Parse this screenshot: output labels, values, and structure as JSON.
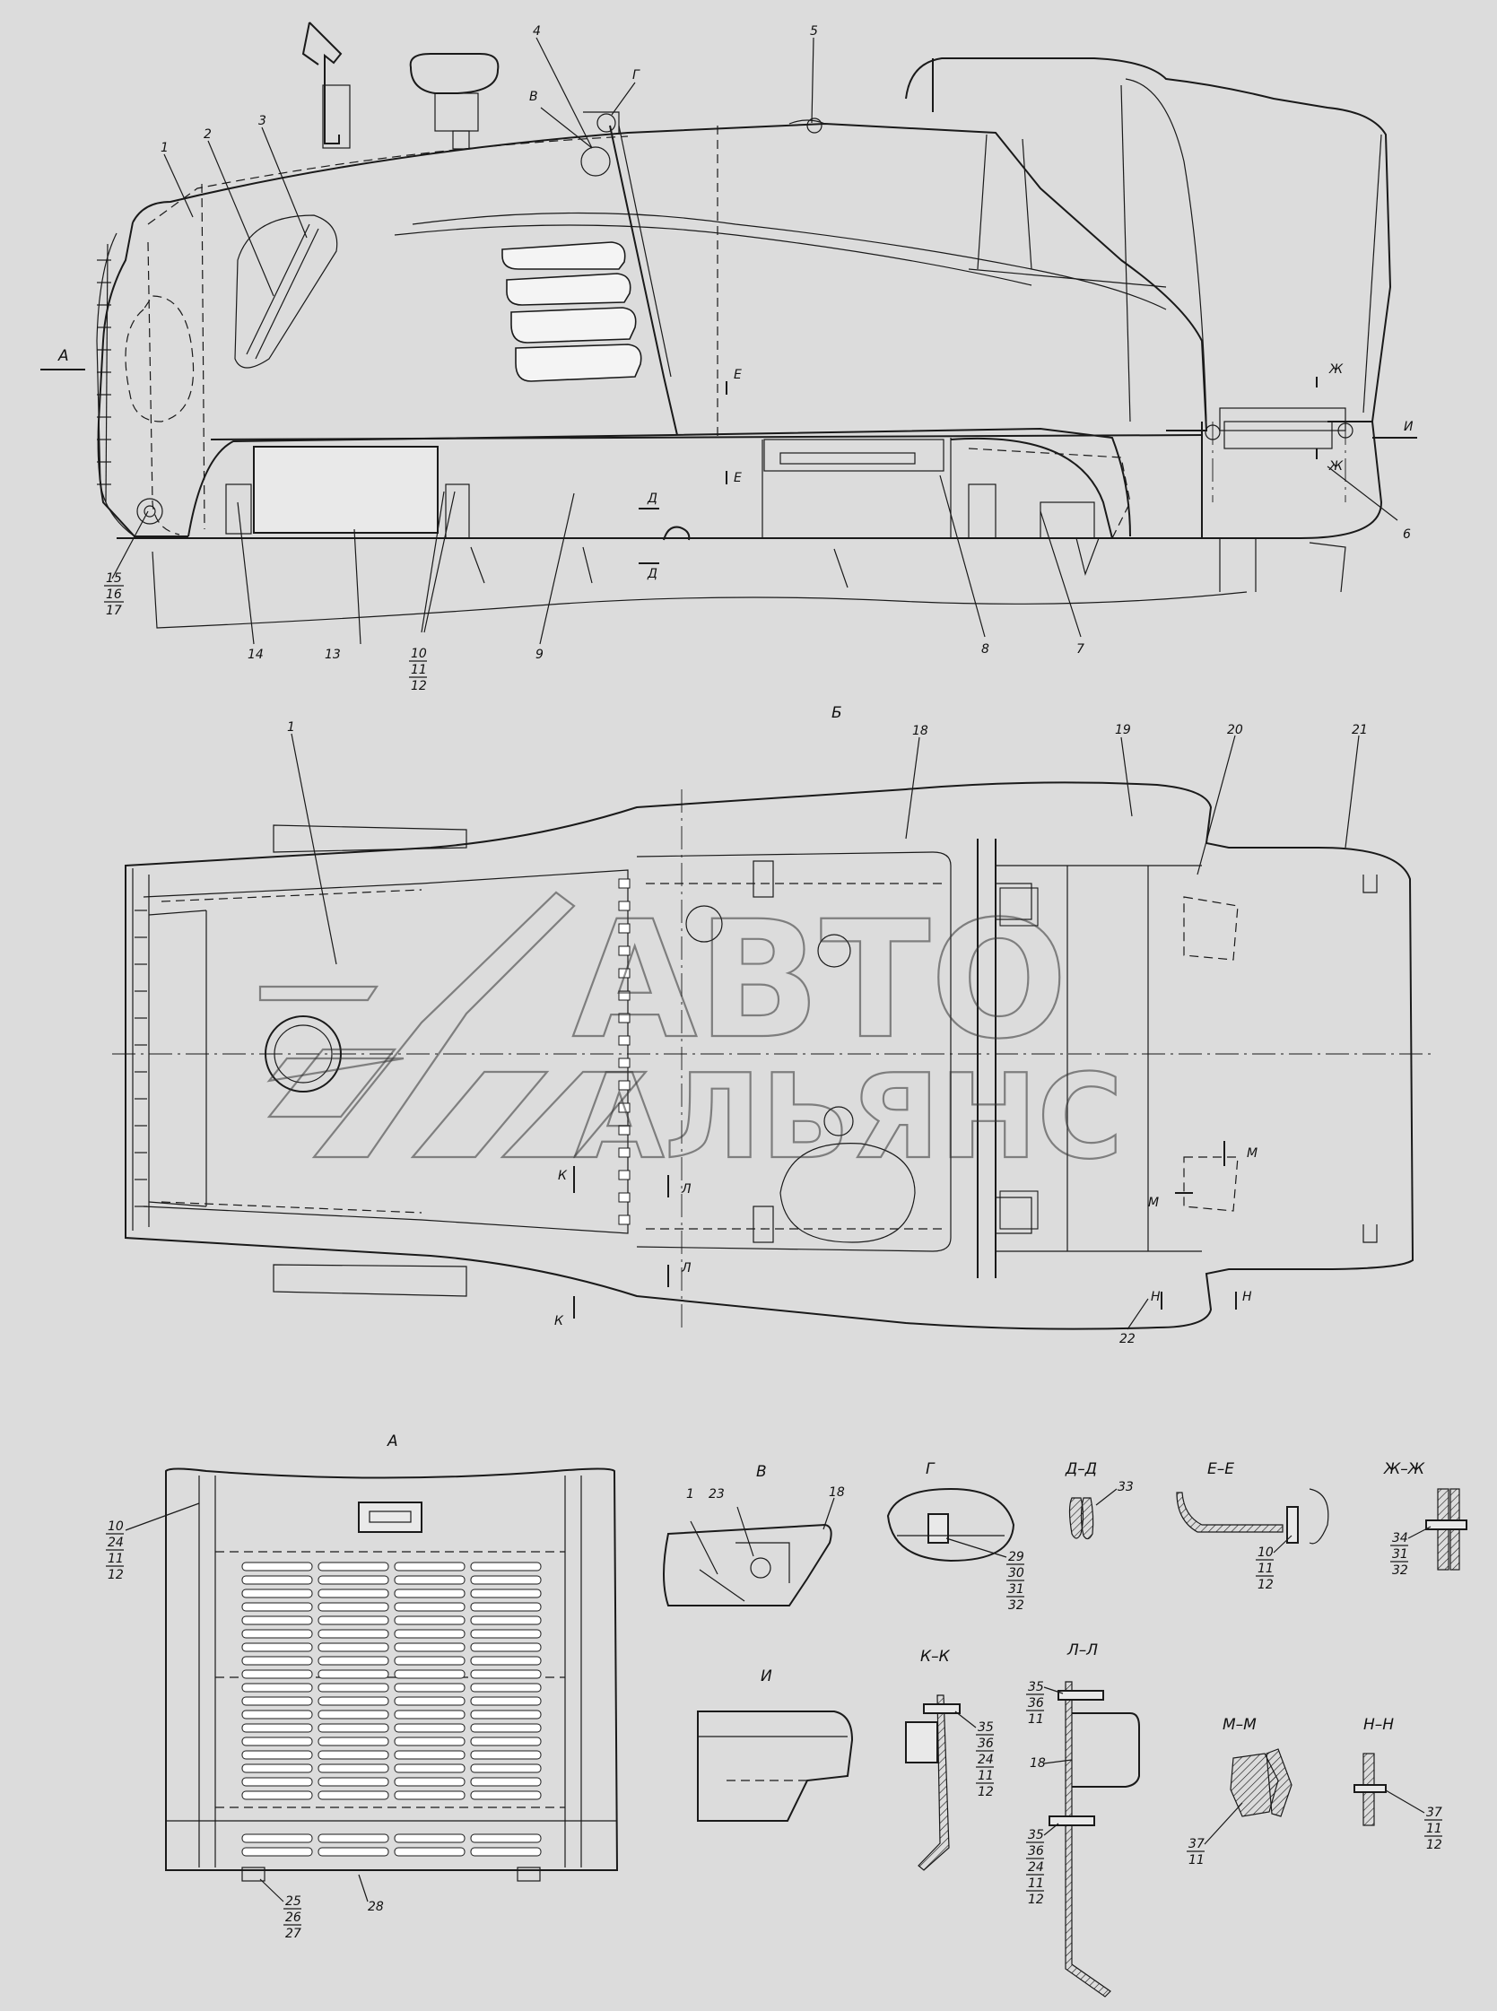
{
  "views": {
    "top": "Б",
    "front": "А",
    "details": [
      "В",
      "Г",
      "Д–Д",
      "Е–Е",
      "Ж–Ж",
      "И",
      "К–К",
      "Л–Л",
      "М–М",
      "Н–Н"
    ]
  },
  "section_marks": [
    "А",
    "В",
    "Г",
    "Д",
    "Д",
    "Е",
    "Е",
    "Ж",
    "Ж",
    "И",
    "К",
    "К",
    "Л",
    "Л",
    "М",
    "М",
    "Н",
    "Н"
  ],
  "side_view_positions": [
    "1",
    "2",
    "3",
    "4",
    "5",
    "6",
    "7",
    "8",
    "9",
    "13",
    "14"
  ],
  "side_view_stacks": {
    "front_lower": [
      "15",
      "16",
      "17"
    ],
    "middle": [
      "10",
      "11",
      "12"
    ]
  },
  "top_view_positions": [
    "1",
    "18",
    "19",
    "20",
    "21",
    "22"
  ],
  "front_view_stacks": {
    "left": [
      "10",
      "24",
      "11",
      "12"
    ],
    "bottom": [
      "25",
      "26",
      "27"
    ],
    "bottom_right": "28"
  },
  "detail_labels": {
    "V": [
      "1",
      "23",
      "18"
    ],
    "G": [
      "29",
      "30",
      "31",
      "32"
    ],
    "DD": [
      "33"
    ],
    "EE": [
      "10",
      "11",
      "12"
    ],
    "ZhZh": [
      "34",
      "31",
      "32"
    ],
    "KK": [
      "35",
      "36",
      "24",
      "11",
      "12"
    ],
    "LL_top": [
      "35",
      "36",
      "11"
    ],
    "LL_mid": "18",
    "LL_bottom": [
      "35",
      "36",
      "24",
      "11",
      "12"
    ],
    "MM": [
      "37",
      "11"
    ],
    "NN": [
      "37",
      "11",
      "12"
    ]
  },
  "watermark": {
    "line1": "АВТО",
    "line2": "АЛЬЯНС"
  }
}
